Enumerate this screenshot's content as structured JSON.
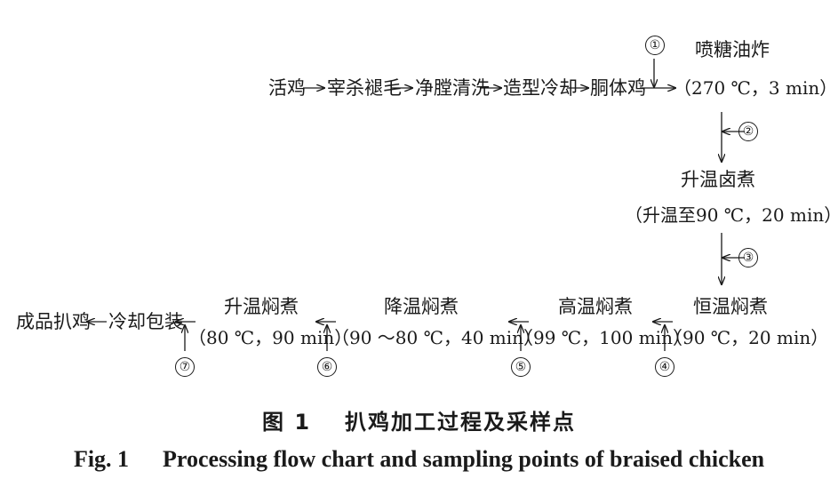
{
  "flow": {
    "row1": [
      "活鸡",
      "宰杀褪毛",
      "净膛清洗",
      "造型冷却",
      "胴体鸡"
    ],
    "fry": {
      "name": "喷糖油炸",
      "cond": "（270 ℃，3 min）"
    },
    "stew_up": {
      "name": "升温卤煮",
      "cond": "（升温至90 ℃，20 min）"
    },
    "constant": {
      "name": "恒温焖煮",
      "cond": "（90 ℃，20 min）"
    },
    "high": {
      "name": "高温焖煮",
      "cond": "（99 ℃，100 min）"
    },
    "cool_down": {
      "name": "降温焖煮",
      "cond": "（90 ～80 ℃，40 min）"
    },
    "heat_up": {
      "name": "升温焖煮",
      "cond": "（80 ℃，90 min）"
    },
    "cool_pack": "冷却包装",
    "final": "成品扒鸡"
  },
  "sampling_points": [
    "①",
    "②",
    "③",
    "④",
    "⑤",
    "⑥",
    "⑦"
  ],
  "caption": {
    "cn_num": "图 1",
    "cn_title": "扒鸡加工过程及采样点",
    "en_num": "Fig. 1",
    "en_title": "Processing flow chart and sampling points of braised chicken"
  }
}
